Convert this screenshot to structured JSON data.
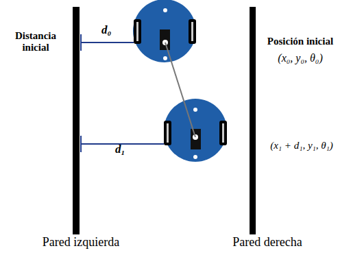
{
  "diagram": {
    "labels": [
      "Distancia inicial",
      "d₀",
      "Posición inicial",
      "(x₀, y₀, θ₀)",
      "d₁",
      "(x₁ + d₁, y₁, θ₁)",
      "Pared izquierda",
      "Pared derecha"
    ]
  }
}
